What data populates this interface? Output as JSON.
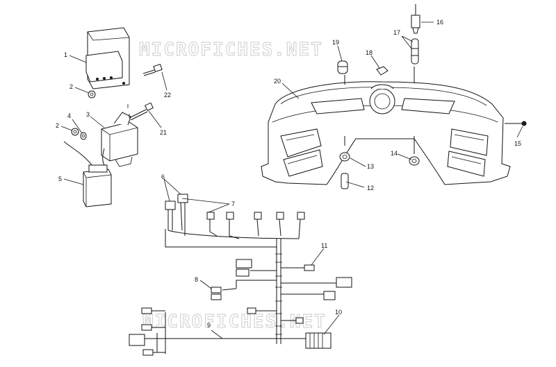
{
  "watermark": {
    "top": "MICROFICHES.NET",
    "bottom": "MICROFICHES.NET"
  },
  "callouts": [
    {
      "id": "c1",
      "text": "1"
    },
    {
      "id": "c2a",
      "text": "2"
    },
    {
      "id": "c22",
      "text": "22"
    },
    {
      "id": "c4",
      "text": "4"
    },
    {
      "id": "c3",
      "text": "3"
    },
    {
      "id": "c2b",
      "text": "2"
    },
    {
      "id": "c21",
      "text": "21"
    },
    {
      "id": "c5",
      "text": "5"
    },
    {
      "id": "c6",
      "text": "6"
    },
    {
      "id": "c7",
      "text": "7"
    },
    {
      "id": "c8",
      "text": "8"
    },
    {
      "id": "c9",
      "text": "9"
    },
    {
      "id": "c10",
      "text": "10"
    },
    {
      "id": "c11",
      "text": "11"
    },
    {
      "id": "c12",
      "text": "12"
    },
    {
      "id": "c13",
      "text": "13"
    },
    {
      "id": "c14",
      "text": "14"
    },
    {
      "id": "c15",
      "text": "15"
    },
    {
      "id": "c16",
      "text": "16"
    },
    {
      "id": "c17",
      "text": "17"
    },
    {
      "id": "c18",
      "text": "18"
    },
    {
      "id": "c19",
      "text": "19"
    },
    {
      "id": "c20",
      "text": "20"
    }
  ]
}
